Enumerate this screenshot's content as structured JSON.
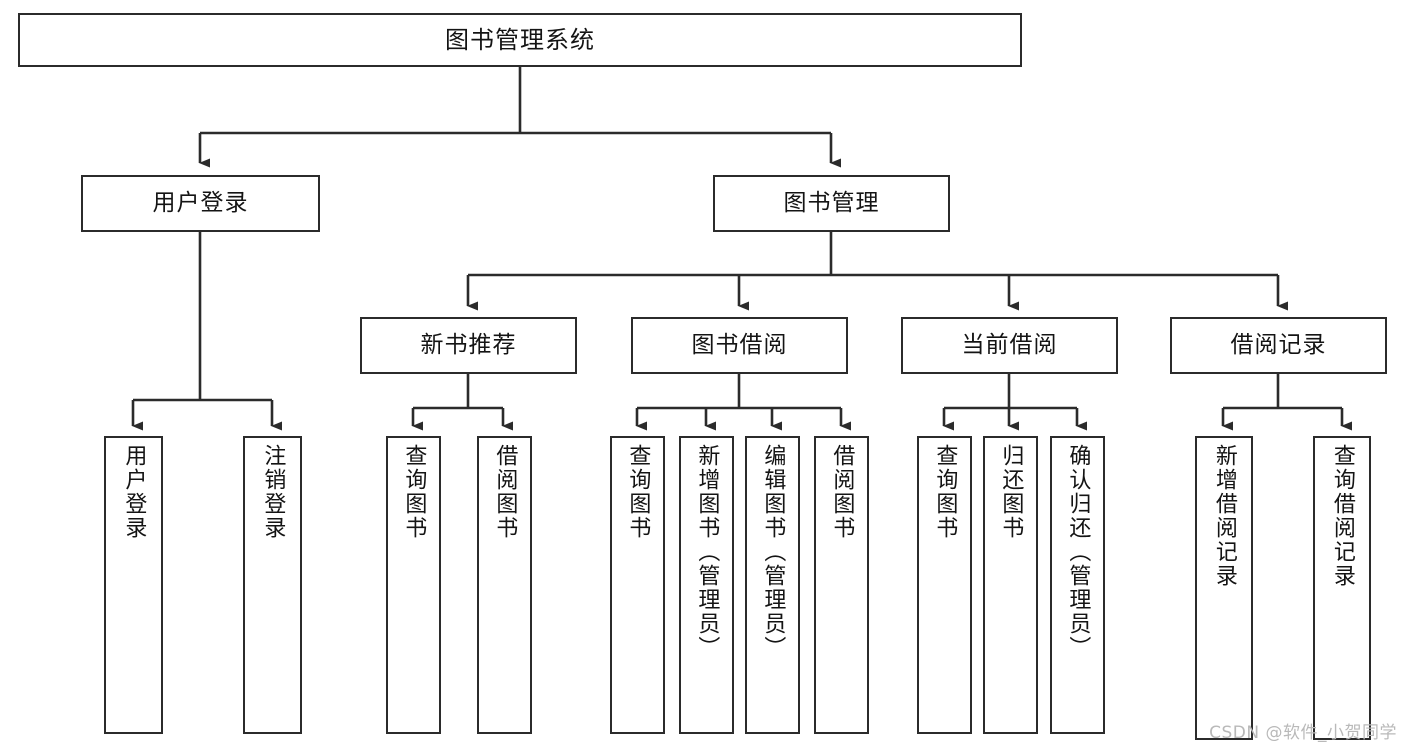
{
  "diagram": {
    "title": "图书管理系统",
    "type": "功能结构图",
    "background_color": "#ffffff",
    "line_color": "#2b2b2b",
    "text_color": "#141414"
  },
  "root": {
    "label": "图书管理系统"
  },
  "level2": [
    {
      "label": "用户登录"
    },
    {
      "label": "图书管理"
    }
  ],
  "level3": [
    {
      "label": "新书推荐"
    },
    {
      "label": "图书借阅"
    },
    {
      "label": "当前借阅"
    },
    {
      "label": "借阅记录"
    }
  ],
  "leaves": {
    "user_login": [
      {
        "label": "用户登录"
      },
      {
        "label": "注销登录"
      }
    ],
    "new_book": [
      {
        "label": "查询图书"
      },
      {
        "label": "借阅图书"
      }
    ],
    "book_borrow": [
      {
        "label": "查询图书"
      },
      {
        "label": "新增图书（管理员）"
      },
      {
        "label": "编辑图书（管理员）"
      },
      {
        "label": "借阅图书"
      }
    ],
    "current_borrow": [
      {
        "label": "查询图书"
      },
      {
        "label": "归还图书"
      },
      {
        "label": "确认归还（管理员）"
      }
    ],
    "borrow_record": [
      {
        "label": "新增借阅记录"
      },
      {
        "label": "查询借阅记录"
      }
    ]
  },
  "watermark": {
    "text": "CSDN @软件_小贺同学"
  }
}
